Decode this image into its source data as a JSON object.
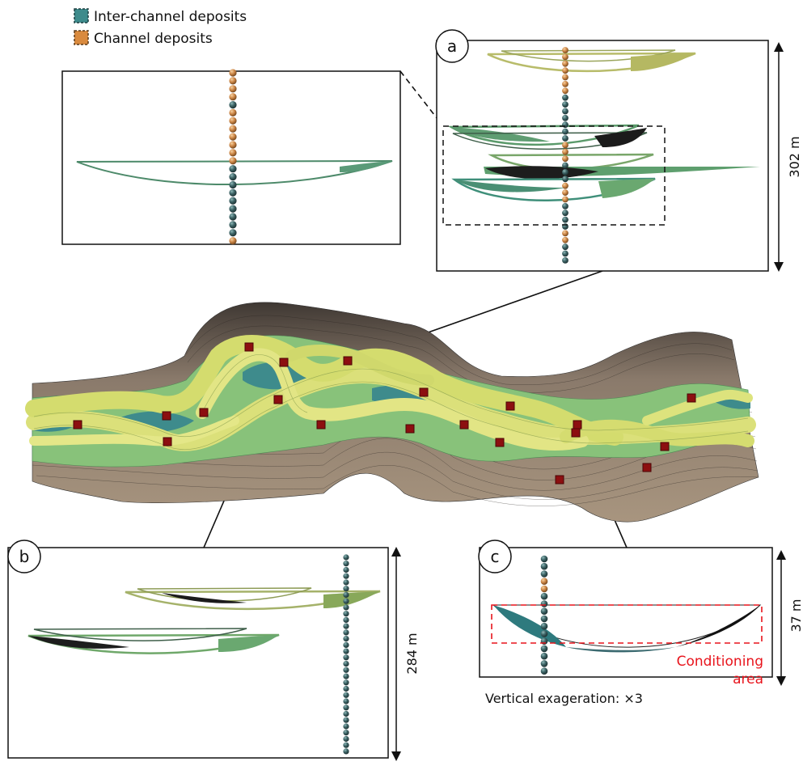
{
  "legend": {
    "items": [
      {
        "label": "Inter-channel deposits",
        "color": "#3e8b8c"
      },
      {
        "label": "Channel deposits",
        "color": "#d98a3e"
      }
    ]
  },
  "panels": {
    "a": {
      "letter": "a",
      "dimension": "302 m"
    },
    "b": {
      "letter": "b",
      "dimension": "284 m"
    },
    "c": {
      "letter": "c",
      "dimension": "37 m",
      "conditioning_label_1": "Conditioning",
      "conditioning_label_2": "area"
    }
  },
  "footnote": "Vertical exageration: ×3",
  "colors": {
    "channel_yellow": "#d9e27a",
    "inter_green": "#8cc474",
    "teal": "#3e8b8c",
    "sediment": "#8a7a6a",
    "sediment_dark": "#4d4540",
    "well_marker": "#8c0f10",
    "well_ball": "#34575a",
    "well_ball_orange": "#d98a3e",
    "conditioning_red": "#e8141c"
  }
}
